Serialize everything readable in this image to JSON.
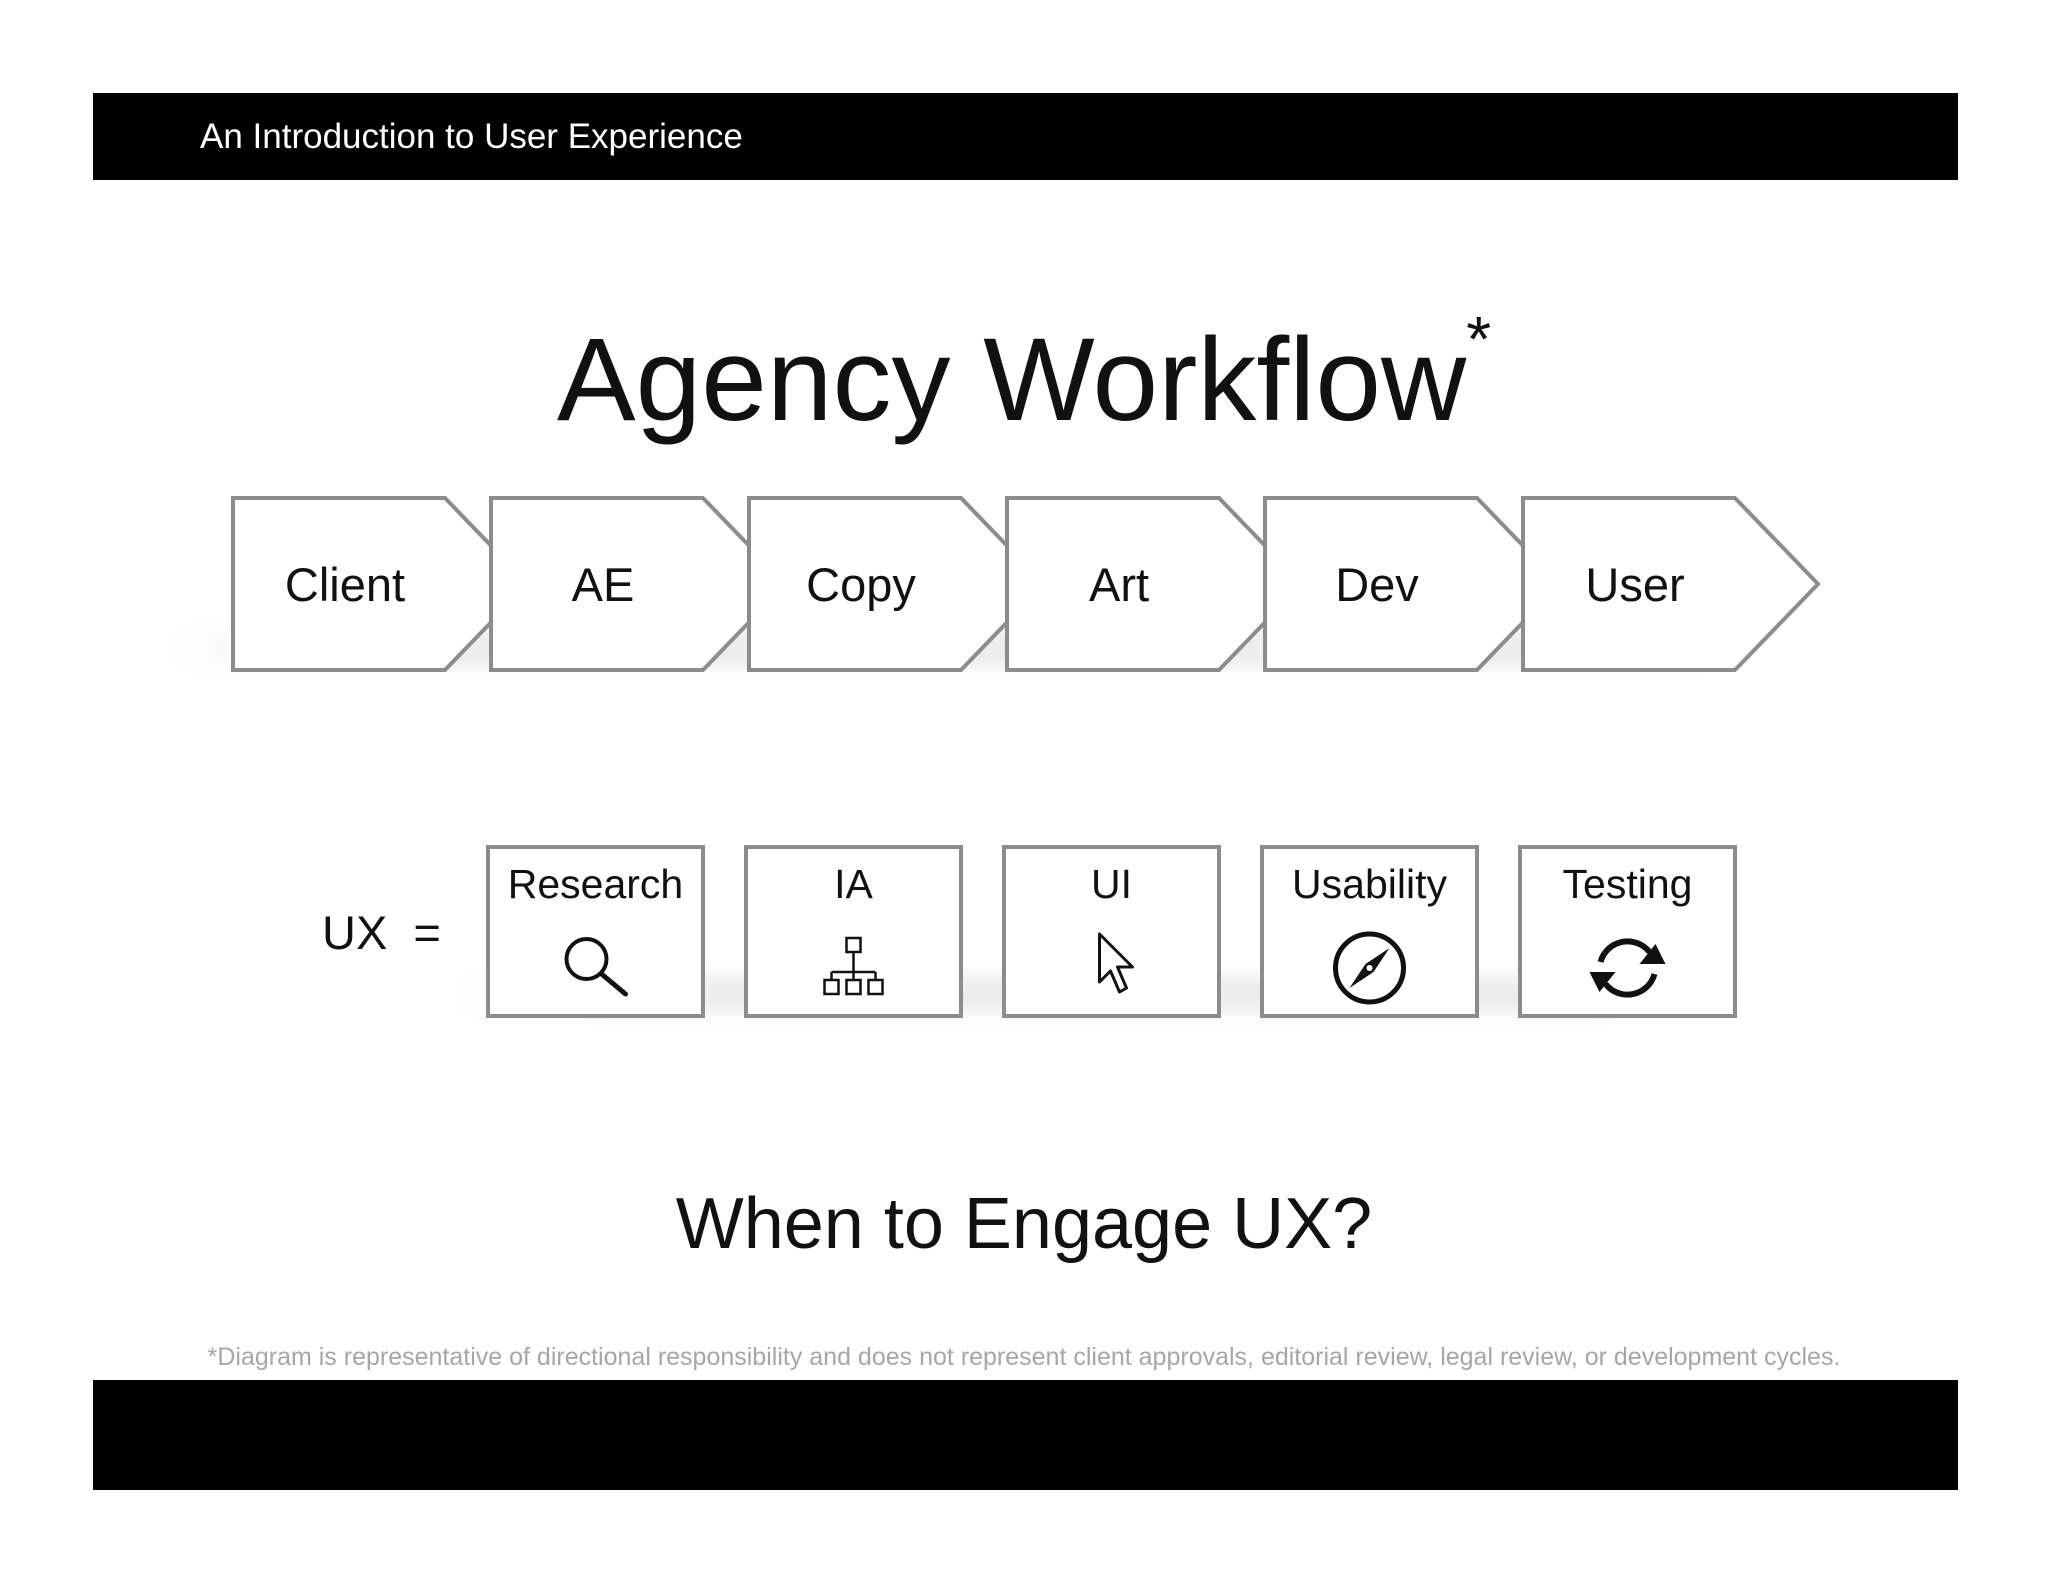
{
  "header": {
    "title": "An Introduction to User Experience"
  },
  "slide": {
    "title": "Agency Workflow",
    "title_marker": "*",
    "subtitle": "When to Engage UX?",
    "footnote": "*Diagram is representative of directional responsibility and does not represent client approvals, editorial review, legal review, or development cycles."
  },
  "workflow": {
    "steps": [
      "Client",
      "AE",
      "Copy",
      "Art",
      "Dev",
      "User"
    ]
  },
  "ux": {
    "label": "UX",
    "equals": "=",
    "components": [
      {
        "label": "Research",
        "icon": "magnifier-icon"
      },
      {
        "label": "IA",
        "icon": "sitemap-icon"
      },
      {
        "label": "UI",
        "icon": "cursor-icon"
      },
      {
        "label": "Usability",
        "icon": "compass-icon"
      },
      {
        "label": "Testing",
        "icon": "refresh-icon"
      }
    ]
  },
  "colors": {
    "bar": "#000000",
    "shape_stroke": "#8c8c8c",
    "footnote_text": "#a6a6a6"
  }
}
